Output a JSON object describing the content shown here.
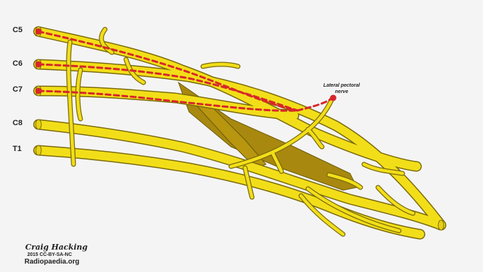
{
  "roots": [
    {
      "id": "c5",
      "label": "C5"
    },
    {
      "id": "c6",
      "label": "C6"
    },
    {
      "id": "c7",
      "label": "C7"
    },
    {
      "id": "c8",
      "label": "C8"
    },
    {
      "id": "t1",
      "label": "T1"
    }
  ],
  "annotation": {
    "lateral_pectoral_nerve": "Lateral pectoral nerve"
  },
  "credits": {
    "author": "Craig Hacking",
    "license": "2015 CC-BY-SA-NC",
    "site": "Radiopaedia.org"
  },
  "colors": {
    "background": "#f4f4f4",
    "nerve": "#f0dc14",
    "nerve_outline": "#8a7a10",
    "nerve_shadow": "#9a7e0c",
    "trace": "#d7262a"
  }
}
